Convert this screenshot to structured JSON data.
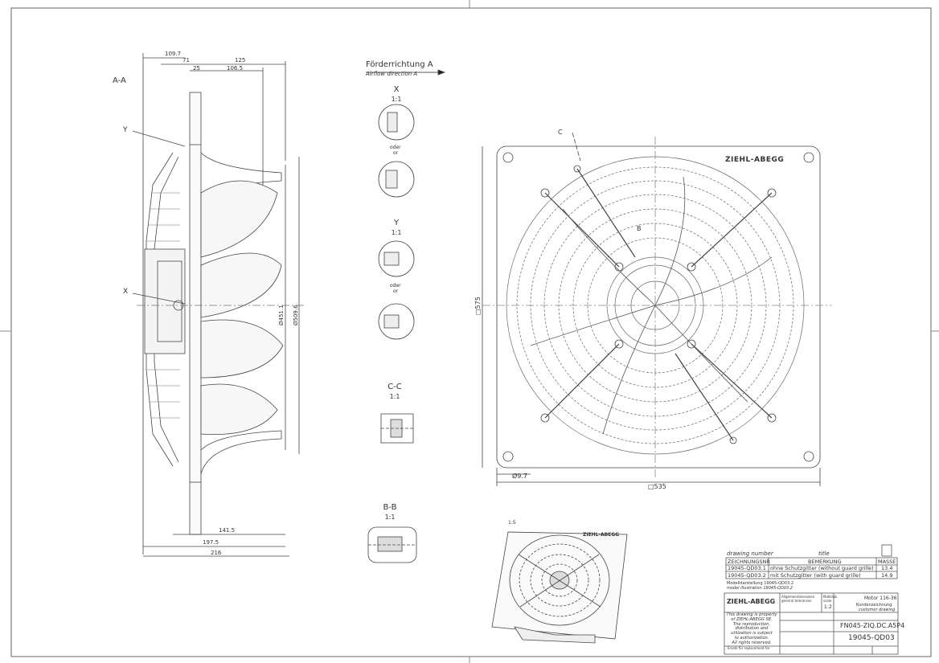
{
  "section_label": "A-A",
  "callouts": {
    "y": "Y",
    "x": "X"
  },
  "airflow": {
    "de": "Förderrichtung A",
    "en": "Airflow direction A"
  },
  "side_dims": {
    "top1": "109.7",
    "top2": "71",
    "top3": "125",
    "top4": "25",
    "top5": "106.5",
    "dia1": "Ø451.1",
    "dia2": "Ø509.6",
    "bot1": "141.5",
    "bot2": "197.5",
    "bot3": "216"
  },
  "details": [
    {
      "name": "X",
      "scale": "1:1",
      "alt_de": "oder",
      "alt_en": "or"
    },
    {
      "name": "Y",
      "scale": "1:1",
      "alt_de": "oder",
      "alt_en": "or"
    },
    {
      "name": "C-C",
      "scale": "1:1"
    },
    {
      "name": "B-B",
      "scale": "1:1"
    }
  ],
  "front_dims": {
    "left": "□575",
    "bottom": "□535",
    "hole": "Ø9.7",
    "c_mark": "C",
    "b_mark": "B"
  },
  "brand": "ZIEHL-ABEGG",
  "iso_scale": "1:5",
  "parts_table": {
    "head_left": "drawing number",
    "head_mid": "title",
    "col1": "ZEICHNUNGSNR",
    "col2": "BEMERKUNG",
    "col3": "MASSE",
    "rows": [
      {
        "nr": "19045-QD03.1",
        "text": "ohne Schutzgitter (without guard grille)",
        "mass": "13.4"
      },
      {
        "nr": "19045-QD03.2",
        "text": "mit Schutzgitter (with guard grille)",
        "mass": "14.9"
      }
    ]
  },
  "model_note": {
    "de": "Modelldarstellung 19045-QD03.2",
    "en": "model illustration 19045-QD03.2"
  },
  "title_block": {
    "brand": "ZIEHL-ABEGG",
    "general_tol": "Allgemeintoleranzen general tolerances",
    "scale_label": "Maßstab scale",
    "scale": "1:2",
    "motor": "Motor 116-36",
    "title_de": "Kundenzeichnung",
    "title_en": "customer drawing",
    "type": "FN045-ZIQ.DC.A5P4",
    "drawing_number": "19045-QD03",
    "property_note": [
      "This drawing is property",
      "of ZIEHL-ABEGG SE.",
      "The reproduction,",
      "distribution and",
      "utilization is subject",
      "to authorization.",
      "All rights reserved."
    ],
    "replace_label": "Ersatz für replacement for"
  }
}
